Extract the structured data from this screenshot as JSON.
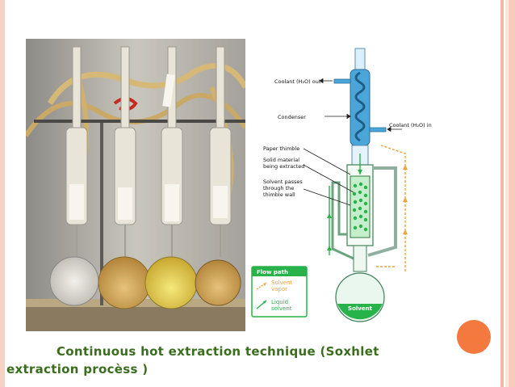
{
  "caption": {
    "line1": "Continuous hot extraction technique   (Soxhlet",
    "line2": "extraction procèss )"
  },
  "diagram": {
    "labels": {
      "coolant_out": "Coolant (H₂O) out",
      "condenser": "Condenser",
      "coolant_in": "Coolant (H₂O) in",
      "paper_thimble": "Paper thimble",
      "solid_material": [
        "Solid material",
        "being extracted"
      ],
      "solvent_passes": [
        "Solvent passes",
        "through the",
        "thimble wall"
      ],
      "solvent": "Solvent"
    },
    "legend": {
      "title": "Flow path",
      "vapor": [
        "Solvent",
        "vapor"
      ],
      "liquid": [
        "Liquid",
        "solvent"
      ]
    }
  },
  "colors": {
    "caption": "#3b6d1f",
    "condenser": "#4aa6d8",
    "liquid": "#28b34a",
    "vapor": "#f2a13a",
    "accent": "#f4793f",
    "strip": "#f8cbbd"
  }
}
